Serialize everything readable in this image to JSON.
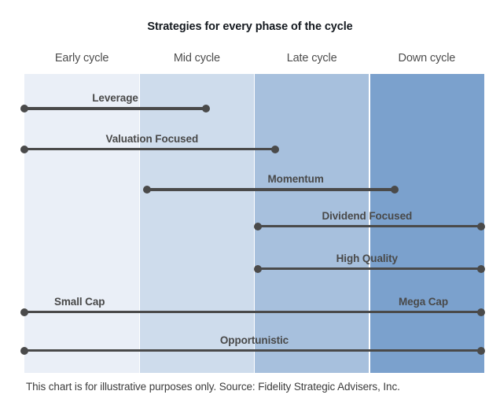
{
  "chart_data": {
    "type": "bar",
    "title": "Strategies for every phase of the cycle",
    "subtitle": "",
    "xlabel": "",
    "ylabel": "",
    "footnote": "This chart is for illustrative purposes only. Source: Fidelity Strategic Advisers, Inc.",
    "orientation": "horizontal",
    "grid": false,
    "legend": "none",
    "xlim": [
      0,
      4
    ],
    "axis_note": "x units are cycle phases: 0 = start of Early cycle, 1 = start of Mid cycle, 2 = start of Late cycle, 3 = start of Down cycle, 4 = end of Down cycle",
    "categories": [
      "Early cycle",
      "Mid cycle",
      "Late cycle",
      "Down cycle"
    ],
    "band_colors": [
      "#eaeff7",
      "#cedcec",
      "#a7c0dd",
      "#7ba1cd"
    ],
    "bar_color": "#4a4a4a",
    "series": [
      {
        "name": "Leverage",
        "start": 0.0,
        "end": 1.58,
        "labels": [
          {
            "text": "Leverage",
            "at": 0.79,
            "align": "center"
          }
        ]
      },
      {
        "name": "Valuation Focused",
        "start": 0.0,
        "end": 2.18,
        "labels": [
          {
            "text": "Valuation Focused",
            "at": 1.11,
            "align": "center"
          }
        ]
      },
      {
        "name": "Momentum",
        "start": 1.07,
        "end": 3.22,
        "labels": [
          {
            "text": "Momentum",
            "at": 2.36,
            "align": "center"
          }
        ]
      },
      {
        "name": "Dividend Focused",
        "start": 2.03,
        "end": 3.97,
        "labels": [
          {
            "text": "Dividend Focused",
            "at": 2.98,
            "align": "center"
          }
        ]
      },
      {
        "name": "High Quality",
        "start": 2.03,
        "end": 3.97,
        "labels": [
          {
            "text": "High Quality",
            "at": 2.98,
            "align": "center"
          }
        ]
      },
      {
        "name": "Small Cap to Mega Cap",
        "start": 0.0,
        "end": 3.97,
        "labels": [
          {
            "text": "Small Cap",
            "at": 0.48,
            "align": "center"
          },
          {
            "text": "Mega Cap",
            "at": 3.47,
            "align": "center"
          }
        ]
      },
      {
        "name": "Opportunistic",
        "start": 0.0,
        "end": 3.97,
        "labels": [
          {
            "text": "Opportunistic",
            "at": 2.0,
            "align": "center"
          }
        ]
      }
    ],
    "row_positions": [
      0.116,
      0.252,
      0.387,
      0.51,
      0.652,
      0.797,
      0.925
    ]
  }
}
